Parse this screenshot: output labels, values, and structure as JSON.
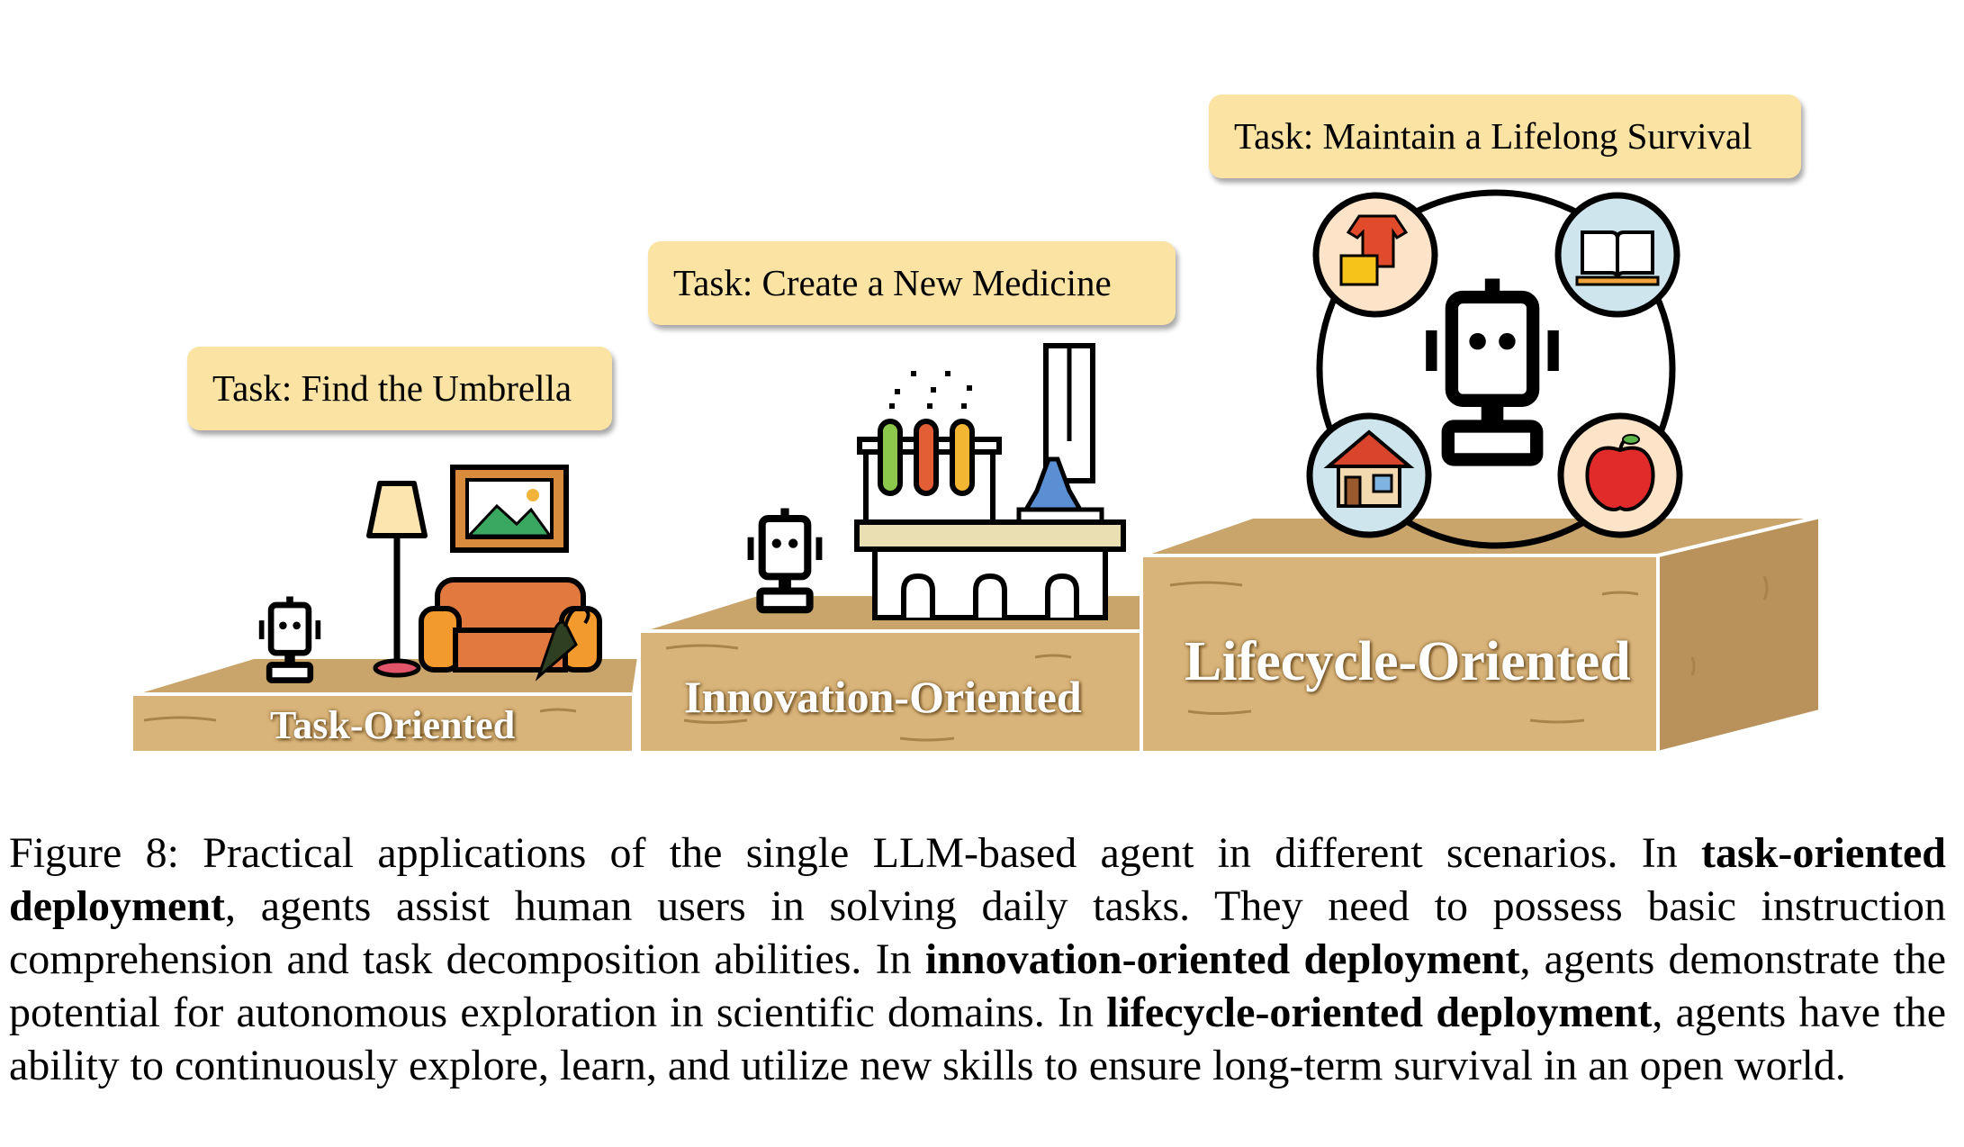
{
  "figure": {
    "tasks": [
      "Task: Find the Umbrella",
      "Task: Create a New Medicine",
      "Task: Maintain a Lifelong Survival"
    ],
    "steps": [
      "Task-Oriented",
      "Innovation-Oriented",
      "Lifecycle-Oriented"
    ],
    "colors": {
      "wood": "#d9b47a",
      "wood_dark": "#b8925a",
      "task_box": "#fbe3a3",
      "sofa": "#e2793f",
      "apple": "#e12b2b"
    },
    "icons": [
      "robot-icon",
      "floor-lamp-icon",
      "picture-frame-icon",
      "sofa-icon",
      "umbrella-icon",
      "test-tubes-icon",
      "flask-icon",
      "lab-bench-icon",
      "clothes-icon",
      "book-icon",
      "house-icon",
      "apple-icon"
    ]
  },
  "caption": {
    "p1": "Figure 8:  Practical applications of the single LLM-based agent in different scenarios.  In ",
    "b1": "task-oriented deployment",
    "p2": ", agents assist human users in solving daily tasks. They need to possess basic instruction comprehension and task decomposition abilities. In ",
    "b2": "innovation-oriented deployment",
    "p3": ", agents demonstrate the potential for autonomous exploration in scientific domains.  In ",
    "b3": "lifecycle-oriented deployment",
    "p4": ", agents have the ability to continuously explore, learn, and utilize new skills to ensure long-term survival in an open world."
  }
}
